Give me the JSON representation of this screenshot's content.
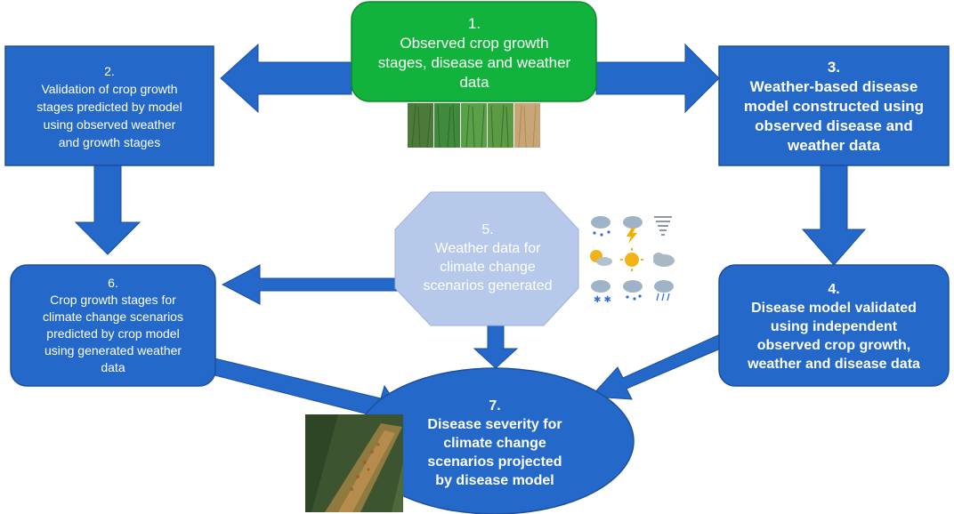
{
  "colors": {
    "box_blue": "#2468c9",
    "box_border": "#1c4f9c",
    "arrow_blue": "#2468c9",
    "green": "#12b33c",
    "octagon": "#b6c9ea"
  },
  "nodes": {
    "n1": {
      "number": "1.",
      "text": "Observed crop growth\nstages, disease and weather\ndata"
    },
    "n2": {
      "number": "2.",
      "text": "Validation of crop growth\nstages predicted by model\nusing observed  weather\nand growth stages"
    },
    "n3": {
      "number": "3.",
      "text": "Weather-based disease\nmodel constructed using\nobserved disease and\nweather data"
    },
    "n4": {
      "number": "4.",
      "text": "Disease model validated\nusing independent\nobserved crop growth,\nweather and disease data"
    },
    "n5": {
      "number": "5.",
      "text": "Weather data for\nclimate change\nscenarios generated"
    },
    "n6": {
      "number": "6.",
      "text": "Crop growth stages  for\nclimate change scenarios\npredicted by  crop model\nusing generated weather\ndata"
    },
    "n7": {
      "number": "7.",
      "text": "Disease severity for\nclimate change\nscenarios projected\nby disease model"
    }
  },
  "images": {
    "crop_strip": "crop-photo-strip",
    "weather_icons": [
      "rain-snow-icon",
      "storm-icon",
      "tornado-icon",
      "sun-cloud-icon",
      "sun-icon",
      "cloud-icon",
      "snow-icon",
      "rain-icon",
      "hail-icon"
    ],
    "leaf_photo": "diseased-leaf-photo"
  }
}
